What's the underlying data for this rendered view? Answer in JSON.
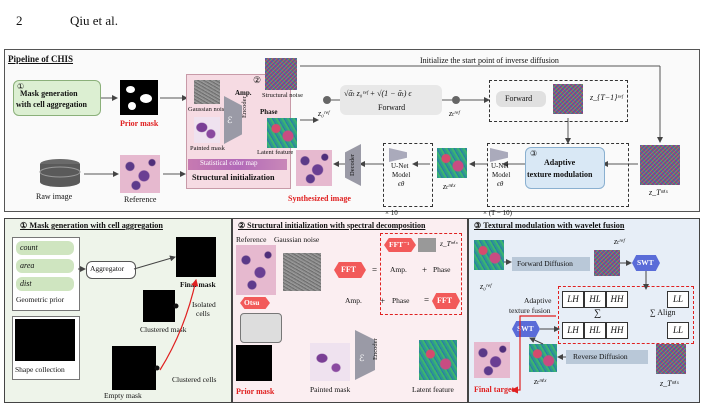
{
  "header": {
    "page_number": "2",
    "running_title": "Qiu et al."
  },
  "pipeline": {
    "title": "Pipeline of CHIS",
    "init_text": "Initialize the start point of inverse diffusion",
    "step1_circle": "①",
    "step1_line1": "Mask generation",
    "step1_line2": "with cell aggregation",
    "prior_mask": "Prior mask",
    "step2_circle": "②",
    "amp": "Amp.",
    "phase": "Phase",
    "structural_noise": "Structural noise",
    "gaussian_noise": "Gaussian noise",
    "encoder": "Encoder",
    "epsilon": "ℰ",
    "painted_mask": "Painted mask",
    "latent_feature": "Latent feature",
    "statistical_color_map": "Statistical color map",
    "structural_init": "Structural initialization",
    "z0_ref": "z₀ʳᵉᶠ",
    "zt_ref": "zₜʳᵉᶠ",
    "forward_formula": "√ᾱₜ z₀ʳᵉᶠ + √(1 − ᾱₜ) ϵ",
    "forward": "Forward",
    "forward2": "Forward",
    "zT1_ref": "z_{T−1}ʳᵉᶠ",
    "raw_image": "Raw image",
    "reference": "Reference",
    "synthesized_image": "Synthesized image",
    "decoder": "Decoder",
    "unet1_line1": "U-Net",
    "unet1_line2": "Model",
    "unet1_line3": "ϵθ",
    "times10": "× 10",
    "zt_mix": "zₜᵐⁱˣ",
    "unet2_line1": "U-Net",
    "unet2_line2": "Model",
    "unet2_line3": "ϵθ",
    "times_T10": "× (T − 10)",
    "step3_circle": "③",
    "adaptive_line1": "Adaptive",
    "adaptive_line2": "texture modulation",
    "zT_mix": "z_Tᵐⁱˣ"
  },
  "panel1": {
    "title": "① Mask generation with cell aggregation",
    "count": "count",
    "area": "area",
    "dist": "dist",
    "geometric_prior": "Geometric prior",
    "aggregator": "Aggregator",
    "final_mask": "Final mask",
    "isolated_cells": "Isolated",
    "isolated_cells2": "cells",
    "clustered_mask": "Clustered mask",
    "clustered_cells": "Clustered cells",
    "shape_collection": "Shape collection",
    "empty_mask": "Empty mask"
  },
  "panel2": {
    "title": "② Structural initialization with spectral decomposition",
    "reference": "Reference",
    "gaussian_noise": "Gaussian noise",
    "fft_inv": "FFT⁻¹",
    "zT_mix": "z_Tᵐⁱˣ",
    "fft": "FFT",
    "equals1": "=",
    "amp1": "Amp.",
    "plus1": "+",
    "phase1": "Phase",
    "otsu": "Otsu",
    "amp2": "Amp.",
    "plus2": "+",
    "phase2": "Phase",
    "equals2": "=",
    "fft2": "FFT",
    "encoder": "Encoder",
    "epsilon": "ℰ",
    "prior_mask": "Prior mask",
    "painted_mask": "Painted mask",
    "latent_feature": "Latent feature"
  },
  "panel3": {
    "title": "③ Textural modulation with wavelet fusion",
    "forward_diffusion": "Forward Diffusion",
    "zt_ref": "zₜʳᵉᶠ",
    "z0_ref": "z₀ʳᵉᶠ",
    "swt1": "SWT",
    "adaptive1": "Adaptive",
    "adaptive2": "texture fusion",
    "swt2": "SWT",
    "sigma": "∑",
    "sigma_align": "∑ Align",
    "reverse_diffusion": "Reverse Diffusion",
    "zt_mix": "zₜᵐⁱˣ",
    "zT_mix": "z_Tᵐⁱˣ",
    "final_target": "Final target",
    "lh": "LH",
    "hl": "HL",
    "hh": "HH",
    "ll": "LL",
    "lh2": "LH",
    "hl2": "HL",
    "hh2": "HH",
    "ll2": "LL"
  },
  "colors": {
    "red": "#e02020",
    "green_box": "#dcefd2",
    "blue_box": "#d9e8f5",
    "pink_box": "#f6dbe3"
  }
}
